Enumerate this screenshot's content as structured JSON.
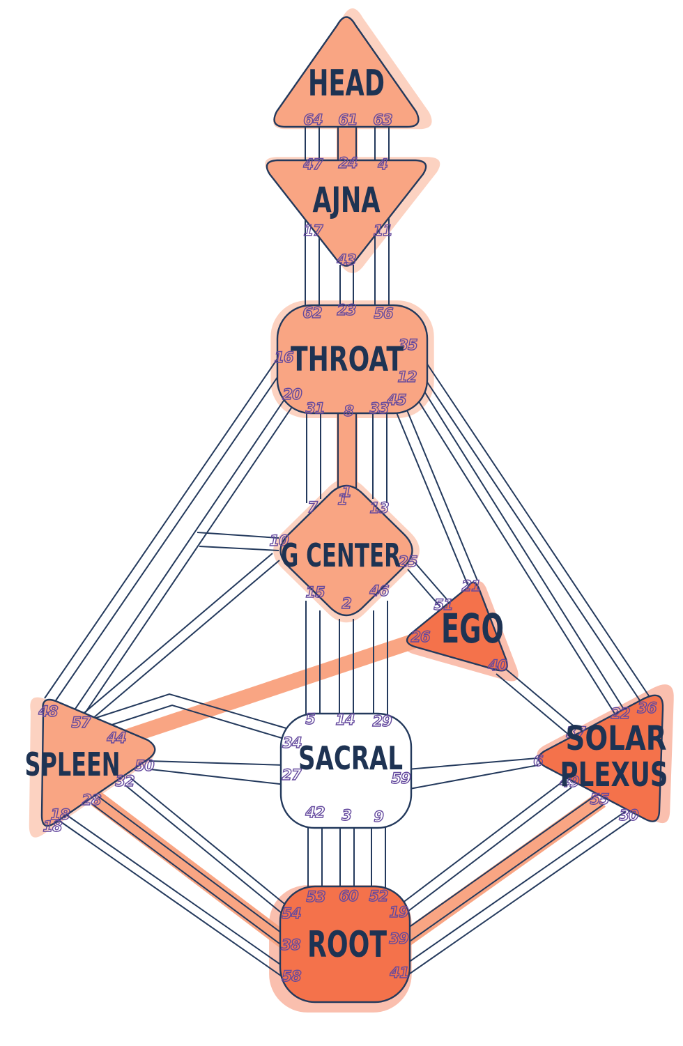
{
  "palette": {
    "salmon": "#F9A583",
    "orange": "#F4724B",
    "navy": "#23395C",
    "gate": "#64499E",
    "label": "#1E3353",
    "background": "#FFFFFF"
  },
  "defined_channels": [
    "61-24",
    "8-1",
    "26-44",
    "28-38",
    "39-55"
  ],
  "centers": {
    "head": {
      "label": "HEAD",
      "gates": [
        "64",
        "61",
        "63"
      ]
    },
    "ajna": {
      "label": "AJNA",
      "gates": [
        "47",
        "24",
        "4",
        "17",
        "11",
        "43"
      ]
    },
    "throat": {
      "label": "THROAT",
      "gates": [
        "62",
        "23",
        "56",
        "16",
        "20",
        "35",
        "12",
        "45",
        "31",
        "8",
        "33"
      ]
    },
    "g": {
      "label": "G CENTER",
      "gates": [
        "7",
        "1",
        "13",
        "10",
        "25",
        "15",
        "2",
        "46"
      ]
    },
    "ego": {
      "label": "EGO",
      "gates": [
        "21",
        "51",
        "26",
        "40"
      ]
    },
    "spleen": {
      "label": "SPLEEN",
      "gates": [
        "48",
        "57",
        "44",
        "50",
        "32",
        "28",
        "18"
      ]
    },
    "sacral": {
      "label": "SACRAL",
      "gates": [
        "5",
        "14",
        "29",
        "34",
        "27",
        "59",
        "42",
        "3",
        "9"
      ]
    },
    "solar_plexus": {
      "label": "SOLAR PLEXUS",
      "label_line1": "SOLAR",
      "label_line2": "PLEXUS",
      "gates": [
        "22",
        "36",
        "37",
        "6",
        "49",
        "55",
        "30"
      ]
    },
    "root": {
      "label": "ROOT",
      "gates": [
        "53",
        "60",
        "52",
        "54",
        "19",
        "38",
        "39",
        "58",
        "41"
      ]
    }
  }
}
